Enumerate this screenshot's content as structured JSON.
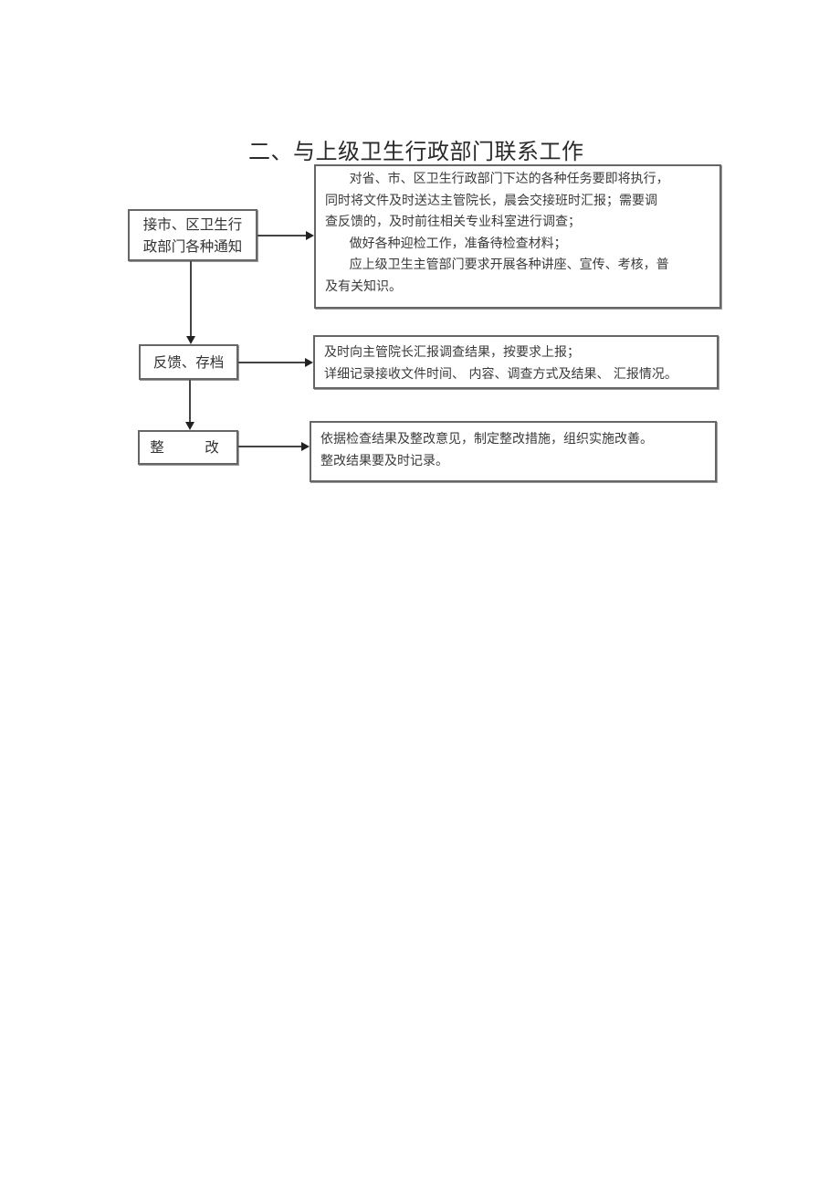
{
  "document": {
    "section_title": "二、与上级卫生行政部门联系工作",
    "flow": [
      {
        "step_label": "接市、区卫生行政部门各种通知",
        "step_label_lines": [
          "接市、区卫生行",
          "政部门各种通知"
        ],
        "detail_lines": [
          "对省、市、区卫生行政部门下达的各种任务要即将执行，",
          "同时将文件及时送达主管院长，晨会交接班时汇报；需要调",
          "查反馈的，及时前往相关专业科室进行调查；",
          "做好各种迎检工作，准备待检查材料；",
          "应上级卫生主管部门要求开展各种讲座、宣传、考核，普",
          "及有关知识。"
        ]
      },
      {
        "step_label": "反馈、存档",
        "detail_lines": [
          "及时向主管院长汇报调查结果，按要求上报；",
          "详细记录接收文件时间、 内容、调查方式及结果、 汇报情况。"
        ]
      },
      {
        "step_label": "整　 改",
        "detail_lines": [
          "依据检查结果及整改意见，制定整改措施，组织实施改善。",
          "整改结果要及时记录。"
        ]
      }
    ]
  }
}
